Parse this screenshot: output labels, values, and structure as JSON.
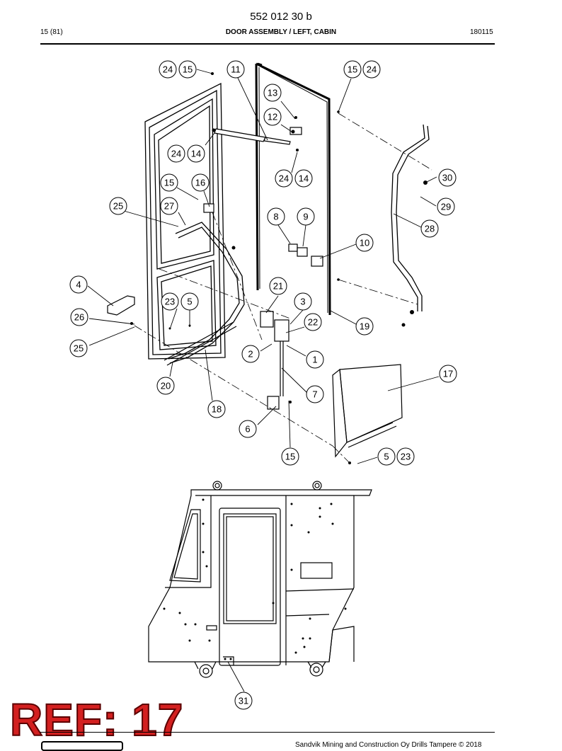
{
  "header": {
    "doc_number": "552 012 30 b",
    "page": "15 (81)",
    "title": "DOOR ASSEMBLY / LEFT, CABIN",
    "date": "180115"
  },
  "footer": {
    "copyright": "Sandvik Mining and Construction Oy Drills Tampere © 2018"
  },
  "stamp": {
    "ref": "REF: 17"
  },
  "callouts": [
    "24",
    "15",
    "11",
    "15",
    "24",
    "13",
    "12",
    "24",
    "14",
    "24",
    "14",
    "15",
    "16",
    "30",
    "25",
    "27",
    "29",
    "28",
    "8",
    "9",
    "10",
    "4",
    "21",
    "23",
    "5",
    "3",
    "26",
    "22",
    "19",
    "25",
    "2",
    "1",
    "17",
    "20",
    "7",
    "18",
    "6",
    "15",
    "5",
    "23",
    "31"
  ]
}
